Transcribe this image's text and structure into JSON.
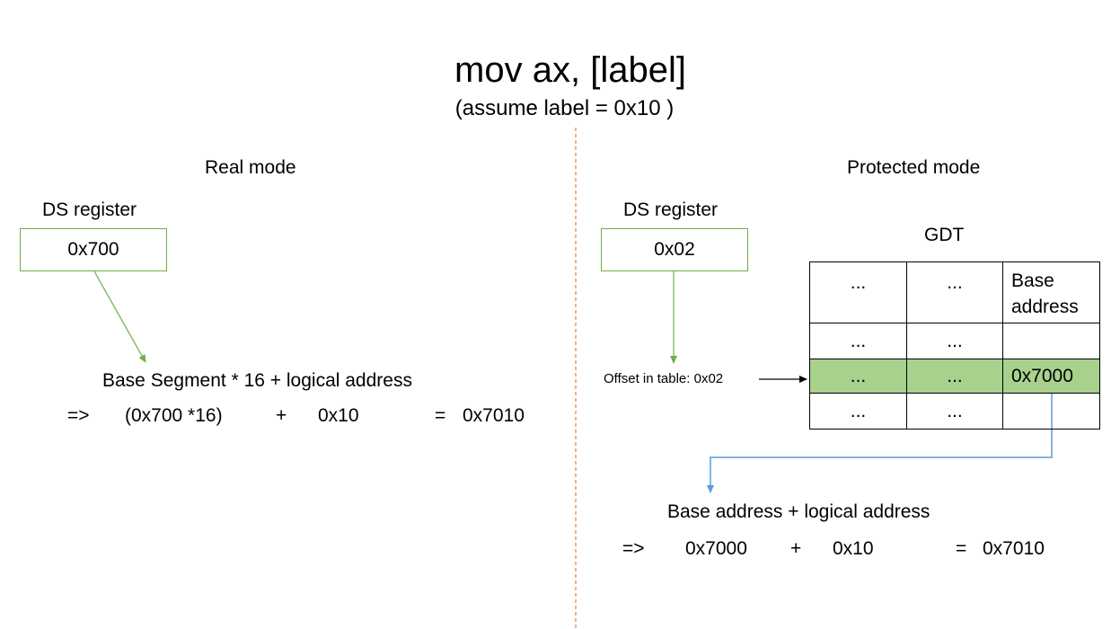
{
  "title": "mov ax, [label]",
  "subtitle": "(assume label = 0x10 )",
  "real_mode": {
    "heading": "Real mode",
    "register_label": "DS register",
    "register_value": "0x700",
    "formula": "Base Segment * 16 + logical address",
    "calc": {
      "arrow": "=>",
      "term1": "(0x700 *16)",
      "plus": "+",
      "term2": "0x10",
      "equals": "=",
      "result": "0x7010"
    }
  },
  "protected_mode": {
    "heading": "Protected mode",
    "register_label": "DS register",
    "register_value": "0x02",
    "offset_label": "Offset in table: 0x02",
    "gdt_label": "GDT",
    "gdt_rows": [
      [
        "...",
        "...",
        "Base address"
      ],
      [
        "...",
        "...",
        ""
      ],
      [
        "...",
        "...",
        "0x7000"
      ],
      [
        "...",
        "...",
        ""
      ]
    ],
    "highlight_color": "#a9d18e",
    "formula": "Base address + logical address",
    "calc": {
      "arrow": "=>",
      "term1": "0x7000",
      "plus": "+",
      "term2": "0x10",
      "equals": "=",
      "result": "0x7010"
    }
  },
  "colors": {
    "green_arrow": "#70ad47",
    "blue_arrow": "#5b9bd5",
    "divider": "#ed7d31"
  }
}
